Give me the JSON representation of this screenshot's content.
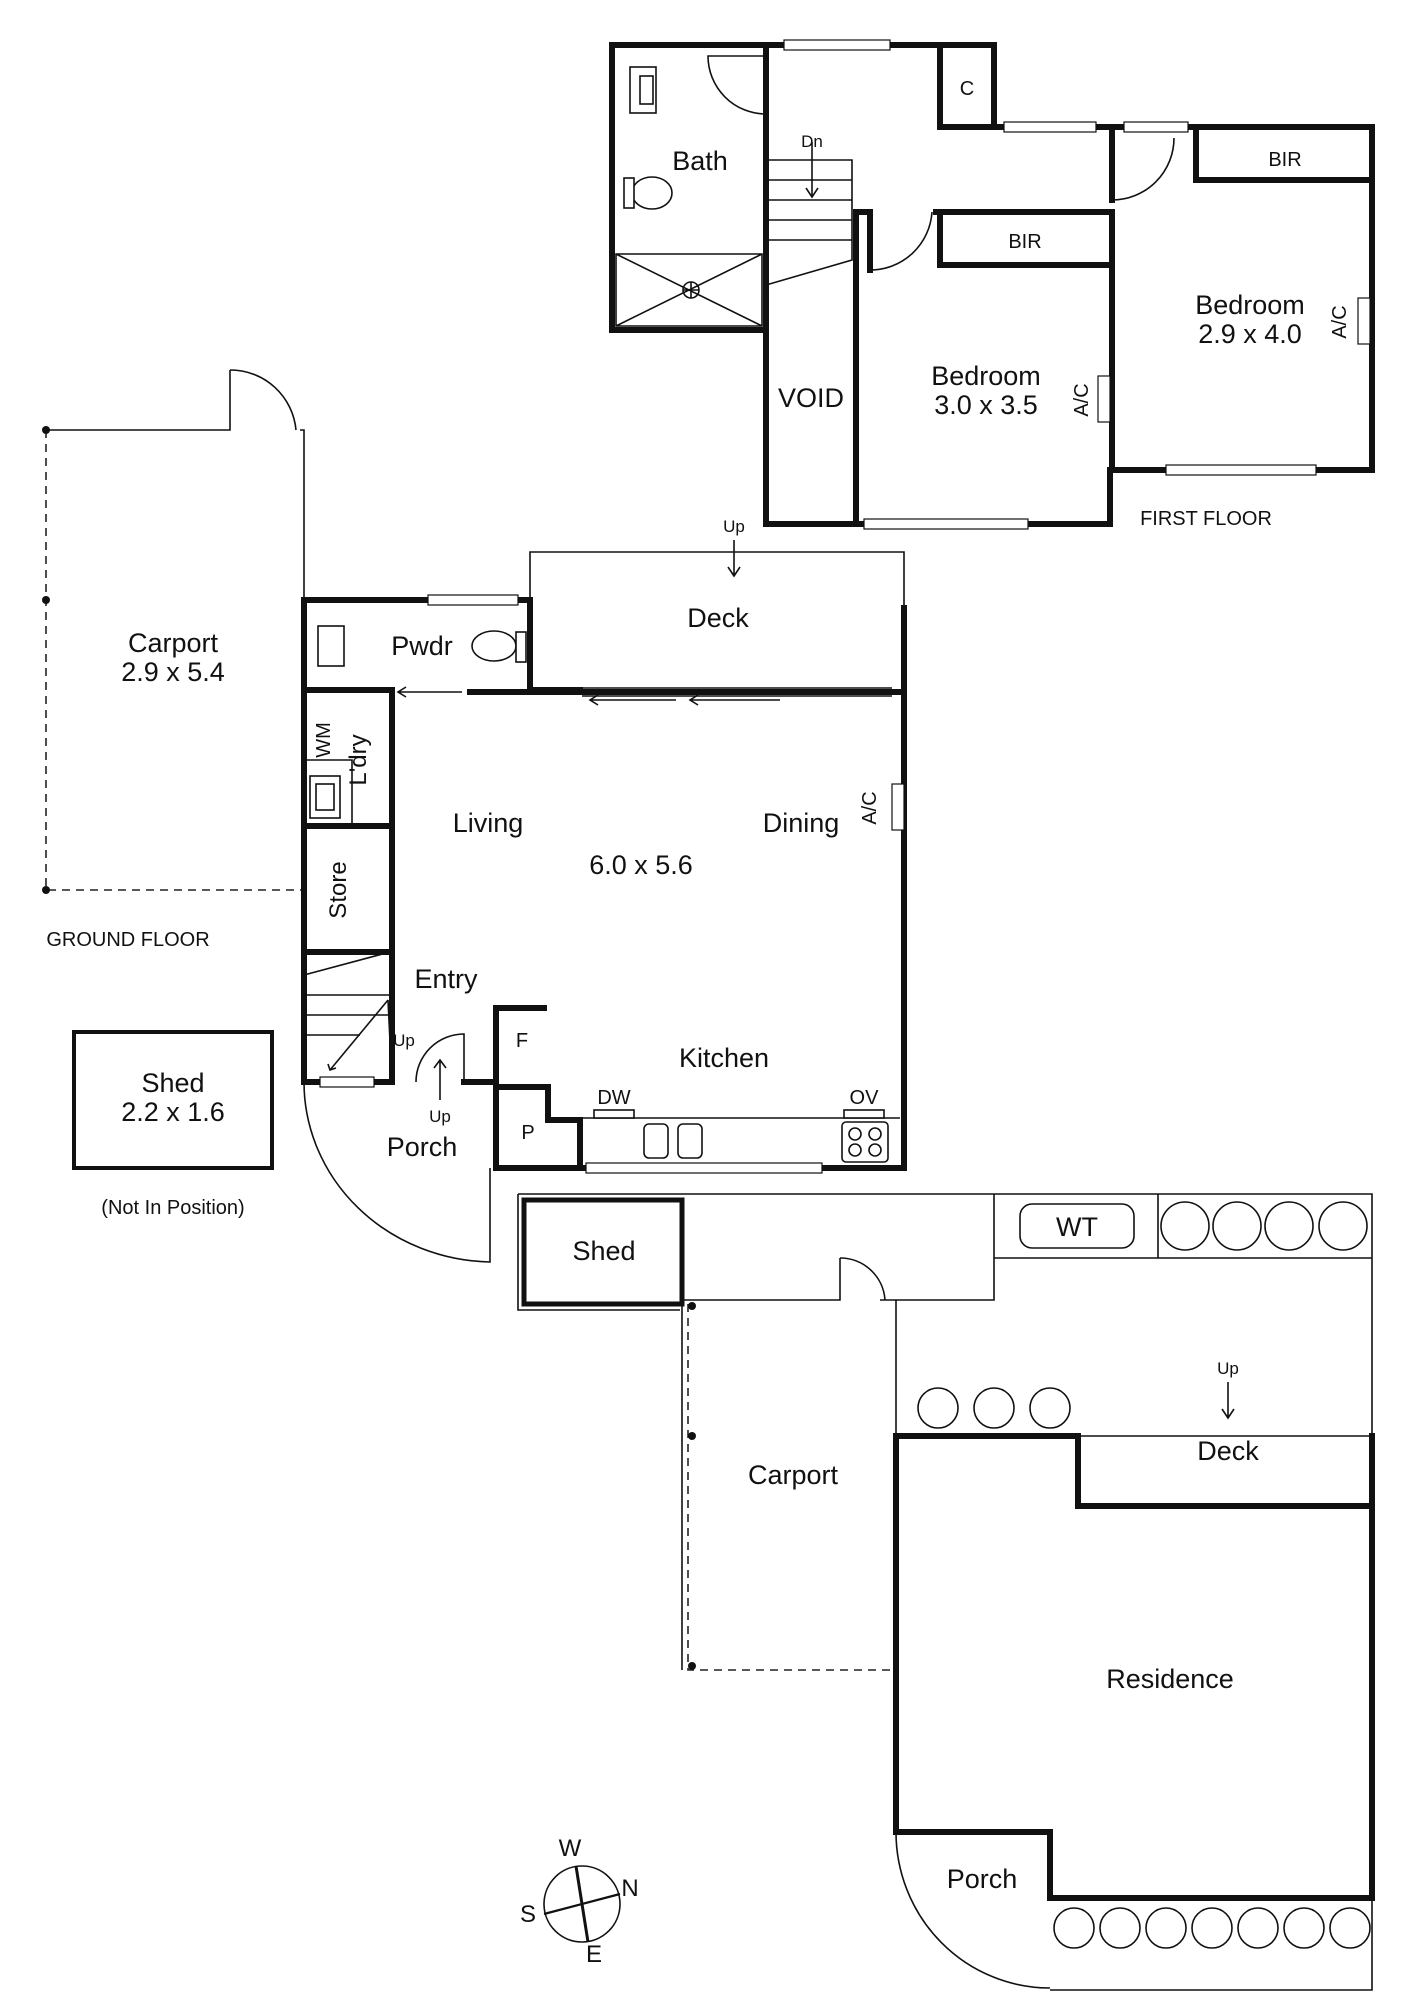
{
  "first_floor": {
    "title": "FIRST FLOOR",
    "bath": "Bath",
    "closet": "C",
    "stair_dn": "Dn",
    "void": "VOID",
    "bir_1": "BIR",
    "bir_2": "BIR",
    "bedroom_1": {
      "name": "Bedroom",
      "size": "3.0 x 3.5",
      "ac": "A/C"
    },
    "bedroom_2": {
      "name": "Bedroom",
      "size": "2.9 x 4.0",
      "ac": "A/C"
    }
  },
  "ground_floor": {
    "title": "GROUND FLOOR",
    "carport": {
      "name": "Carport",
      "size": "2.9 x 5.4"
    },
    "deck": "Deck",
    "deck_up": "Up",
    "pwdr": "Pwdr",
    "wm": "WM",
    "ldry": "L'dry",
    "store": "Store",
    "living": "Living",
    "dining": "Dining",
    "main_size": "6.0 x 5.6",
    "ac": "A/C",
    "entry": "Entry",
    "stair_up": "Up",
    "porch_up": "Up",
    "porch": "Porch",
    "fridge": "F",
    "pantry": "P",
    "kitchen": "Kitchen",
    "dw": "DW",
    "ov": "OV",
    "shed": {
      "name": "Shed",
      "size": "2.2 x 1.6"
    },
    "shed_note": "(Not In Position)"
  },
  "site_plan": {
    "shed": "Shed",
    "wt": "WT",
    "deck_up": "Up",
    "deck": "Deck",
    "carport": "Carport",
    "residence": "Residence",
    "porch": "Porch"
  },
  "compass": {
    "w": "W",
    "n": "N",
    "s": "S",
    "e": "E"
  }
}
